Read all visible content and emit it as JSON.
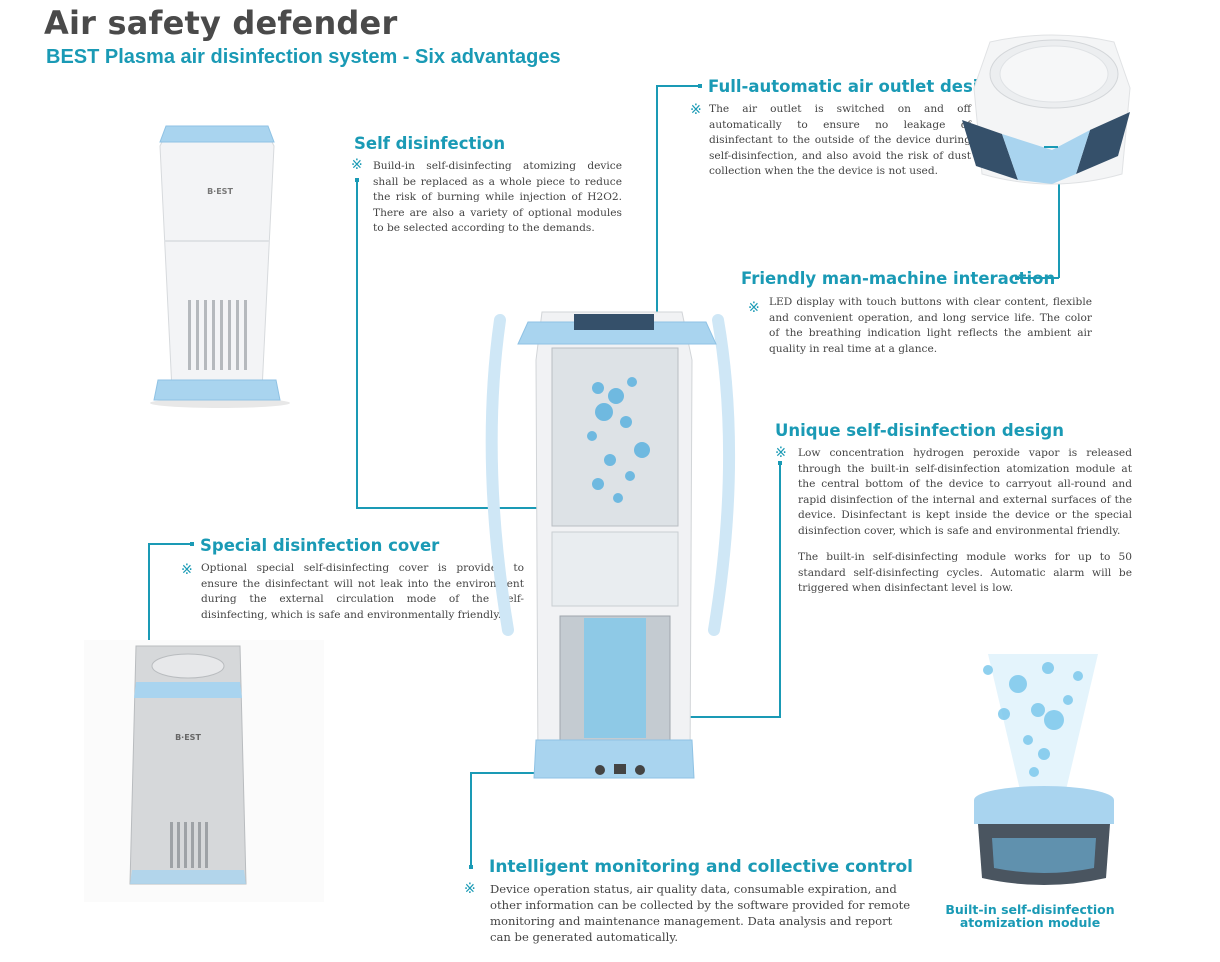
{
  "header": {
    "title": "Air safety defender",
    "subtitle": "BEST Plasma air disinfection system - Six advantages"
  },
  "marker_symbol": "※",
  "brand_label": "B·EST",
  "sections": {
    "self_disinfection": {
      "heading": "Self disinfection",
      "body": "Build-in self-disinfecting atomizing device shall be replaced as a whole piece to reduce the risk of burning while injection of H2O2. There are also a variety of optional modules to be selected according to the demands."
    },
    "air_outlet": {
      "heading": "Full-automatic air outlet design",
      "body": "The air outlet is switched on and off automatically to ensure no leakage of disinfectant to the outside of the device during self-disinfection, and also avoid the risk of dust collection when the the device is not used."
    },
    "interaction": {
      "heading": "Friendly man-machine interaction",
      "body": "LED display with touch buttons with clear content, flexible and convenient operation, and long service life. The color of the breathing indication light reflects the ambient air quality in real time at a glance."
    },
    "unique_design": {
      "heading": "Unique self-disinfection design",
      "body": "Low concentration hydrogen peroxide vapor is released through the built-in self-disinfection atomization module at the central bottom of the device to carryout all-round and rapid disinfection of the internal and external surfaces of the device. Disinfectant is kept inside the device or the special disinfection cover, which is safe and environmental friendly.",
      "body2": "The built-in self-disinfecting module works for up to 50 standard self-disinfecting cycles. Automatic alarm will be triggered when disinfectant level is low."
    },
    "cover": {
      "heading": "Special disinfection cover",
      "body": "Optional special self-disinfecting cover is provided to ensure the disinfectant will not leak into the environment during the external circulation mode of the self-disinfecting, which is safe and environmentally friendly."
    },
    "monitoring": {
      "heading": "Intelligent monitoring and collective control",
      "body": "Device operation status, air quality data, consumable expiration, and other information can be collected by the software provided for remote monitoring and maintenance management. Data analysis and report can be generated automatically."
    }
  },
  "module_caption": {
    "line1": "Built-in self-disinfection",
    "line2": "atomization module"
  },
  "colors": {
    "accent": "#1a9ab5",
    "device_blue": "#a9d4ef",
    "text": "#444444"
  }
}
